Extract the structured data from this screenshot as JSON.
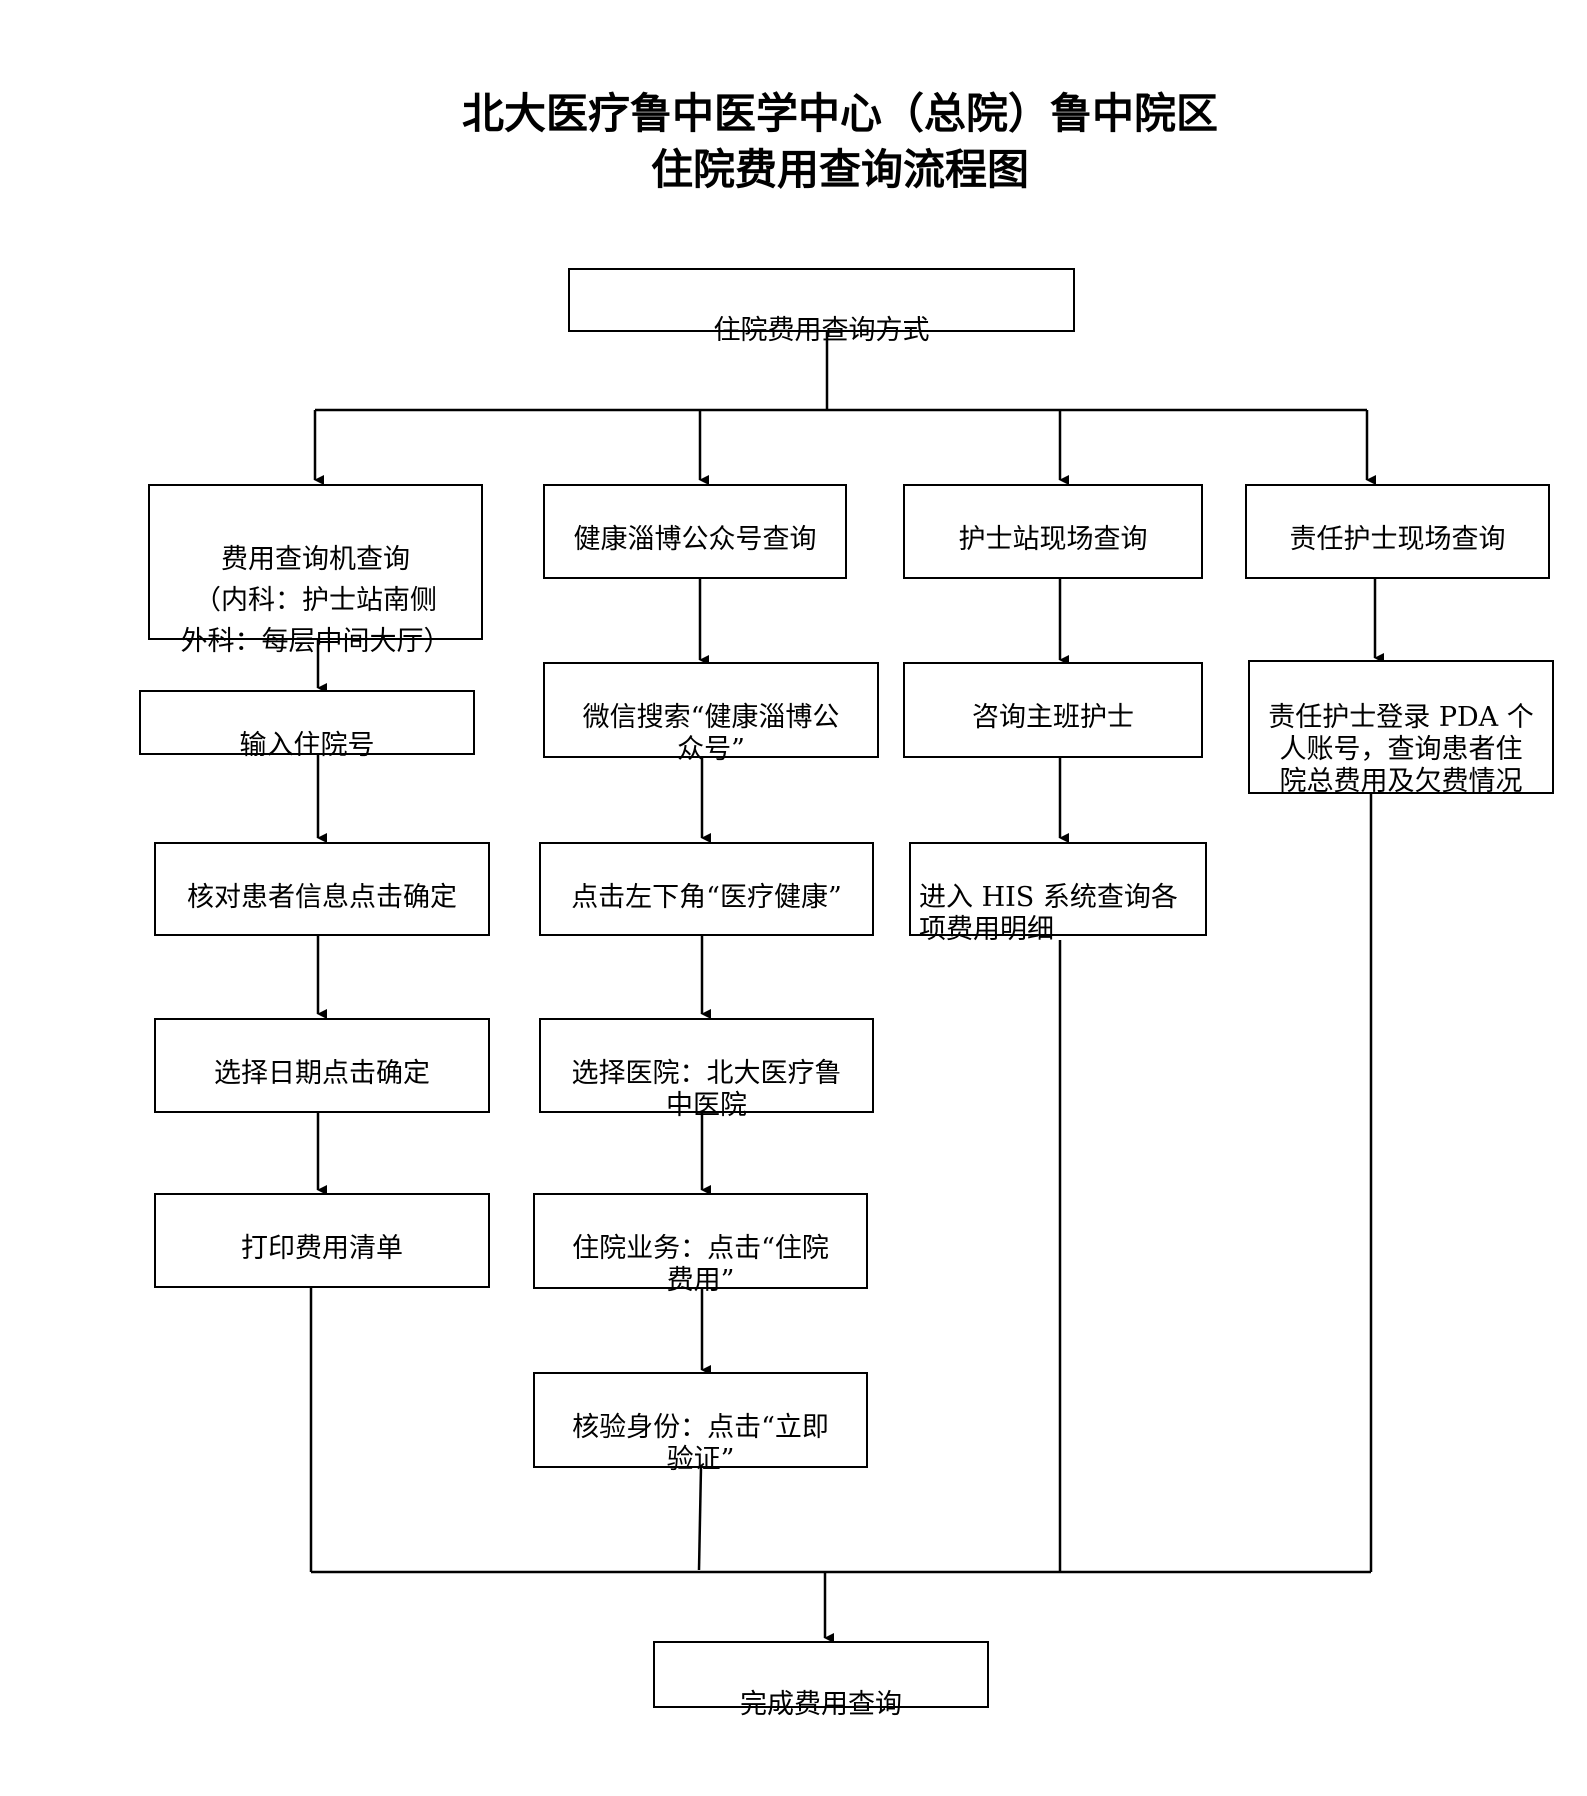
{
  "title": {
    "line1": "北大医疗鲁中医学中心（总院）鲁中院区",
    "line2": "住院费用查询流程图"
  },
  "root": "住院费用查询方式",
  "columns": [
    {
      "steps": [
        "费用查询机查询\n（内科：护士站南侧\n外科：每层中间大厅）",
        "输入住院号",
        "核对患者信息点击确定",
        "选择日期点击确定",
        "打印费用清单"
      ]
    },
    {
      "steps": [
        "健康淄博公众号查询",
        "微信搜索“健康淄博公\n众号”",
        "点击左下角“医疗健康”",
        "选择医院：北大医疗鲁\n中医院",
        "住院业务：点击“住院\n费用”",
        "核验身份：点击“立即\n验证”"
      ]
    },
    {
      "steps": [
        "护士站现场查询",
        "咨询主班护士",
        "进入 HIS 系统查询各\n项费用明细"
      ]
    },
    {
      "steps": [
        "责任护士现场查询",
        "责任护士登录 PDA 个\n人账号，查询患者住\n院总费用及欠费情况"
      ]
    }
  ],
  "end": "完成费用查询"
}
